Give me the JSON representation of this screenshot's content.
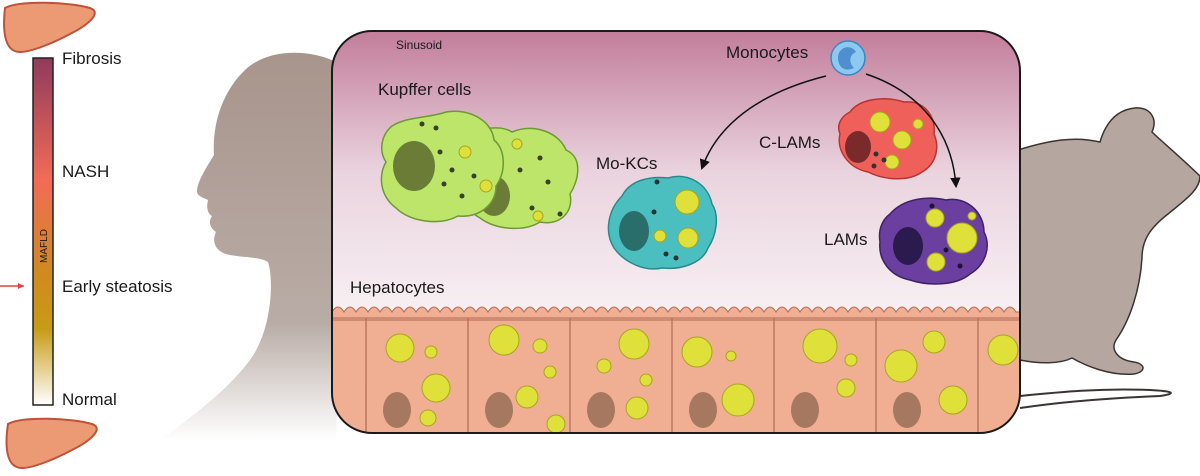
{
  "scale": {
    "axis_label": "MAFLD",
    "stages": [
      "Fibrosis",
      "NASH",
      "Early steatosis",
      "Normal"
    ],
    "gradient_colors": [
      "#8f3b5c",
      "#f26b57",
      "#d08a1e",
      "#c79b15",
      "#ffffff"
    ],
    "arrow_color": "#e8403d"
  },
  "diagram": {
    "sinusoid_label": "Sinusoid",
    "kupffer_label": "Kupffer cells",
    "monocytes_label": "Monocytes",
    "mokcs_label": "Mo-KCs",
    "clams_label": "C-LAMs",
    "lams_label": "LAMs",
    "hepatocytes_label": "Hepatocytes"
  },
  "colors": {
    "kupffer": "#bce56a",
    "mokc": "#4bbfbf",
    "clam": "#f0605a",
    "lam": "#6b3fa0",
    "lipid": "#dfe03a",
    "hepatocyte": "#f0ae92",
    "monocyte": "#8dc8ee",
    "silhouette": "#b2a29b"
  }
}
